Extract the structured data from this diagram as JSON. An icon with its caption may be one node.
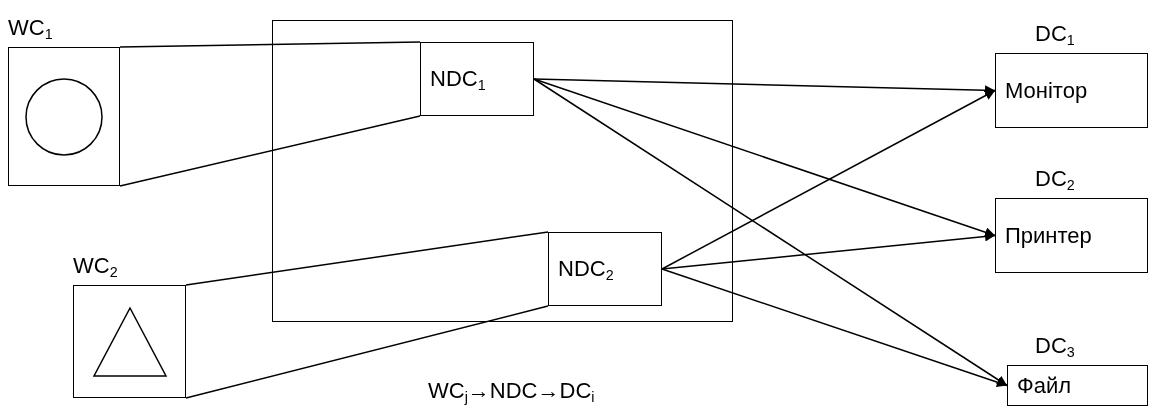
{
  "diagram": {
    "nodes": [
      {
        "text": [
          "WC$_{1}$"
        ]
      },
      {
        "text": [],
        "shape": "box"
      },
      {
        "text": [
          "NDC$_{1}$"
        ],
        "in": 1
      },
      {
        "text": [
          "WC$_{2}$"
        ]
      },
      {
        "text": [
          "NDC$_{2}$"
        ],
        "in": 1
      },
      {
        "text": [
          "DC$_{1}$",
          "Монітор"
        ]
      },
      {
        "text": [
          "DC$_{2}$",
          "Принтер"
        ]
      },
      {
        "text": [
          "DC$_{3}$",
          "Файл"
        ]
      }
    ],
    "edges": [
      {
        "from": 0,
        "to": 2,
        "arrow": "none"
      },
      {
        "from": 0,
        "to": 2,
        "arrow": "none"
      },
      {
        "from": 3,
        "to": 4,
        "arrow": "none"
      },
      {
        "from": 3,
        "to": 4,
        "arrow": "none"
      },
      {
        "from": 2,
        "to": 5,
        "arrow": "to"
      },
      {
        "from": 2,
        "to": 6,
        "arrow": "to"
      },
      {
        "from": 2,
        "to": 7,
        "arrow": "to"
      },
      {
        "from": 4,
        "to": 5,
        "arrow": "to"
      },
      {
        "from": 4,
        "to": 6,
        "arrow": "to"
      },
      {
        "from": 4,
        "to": 7,
        "arrow": "to"
      }
    ],
    "labels": [
      "WC$_{j}$→NDC→DC$_{i}$"
    ]
  }
}
